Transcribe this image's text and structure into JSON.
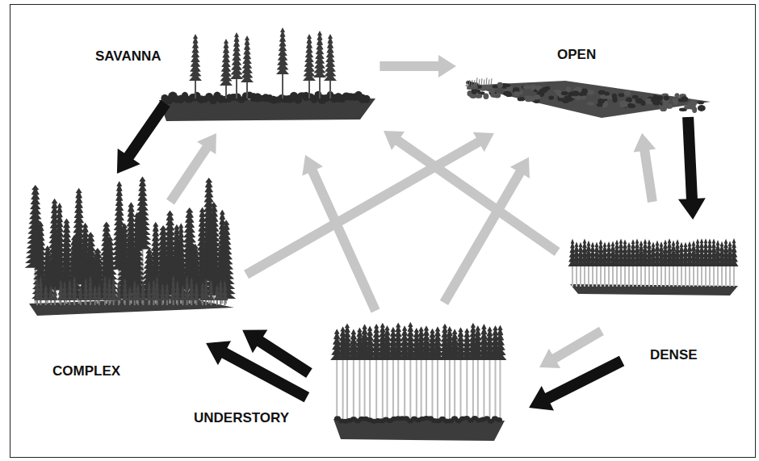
{
  "diagram": {
    "nodes": [
      {
        "text": [
          "SAVANNA"
        ]
      },
      {
        "text": [
          "OPEN"
        ]
      },
      {
        "text": [
          "COMPLEX"
        ]
      },
      {
        "text": [
          "DENSE"
        ]
      },
      {
        "text": [
          "UNDERSTORY"
        ]
      }
    ],
    "edges": [
      {
        "from": 0,
        "to": 1,
        "arrow": "to"
      },
      {
        "from": 0,
        "to": 2,
        "arrow": "to"
      },
      {
        "from": 1,
        "to": 3,
        "arrow": "to"
      },
      {
        "from": 3,
        "to": 1,
        "arrow": "to"
      },
      {
        "from": 3,
        "to": 0,
        "arrow": "to"
      },
      {
        "from": 3,
        "to": 4,
        "arrow": "to"
      },
      {
        "from": 3,
        "to": 4,
        "arrow": "to"
      },
      {
        "from": 4,
        "to": 2,
        "arrow": "to"
      },
      {
        "from": 4,
        "to": 2,
        "arrow": "to"
      },
      {
        "from": 4,
        "to": 0,
        "arrow": "to"
      },
      {
        "from": 4,
        "to": 1,
        "arrow": "to"
      },
      {
        "from": 2,
        "to": 0,
        "arrow": "to"
      },
      {
        "from": 2,
        "to": 1,
        "arrow": "to"
      }
    ]
  }
}
